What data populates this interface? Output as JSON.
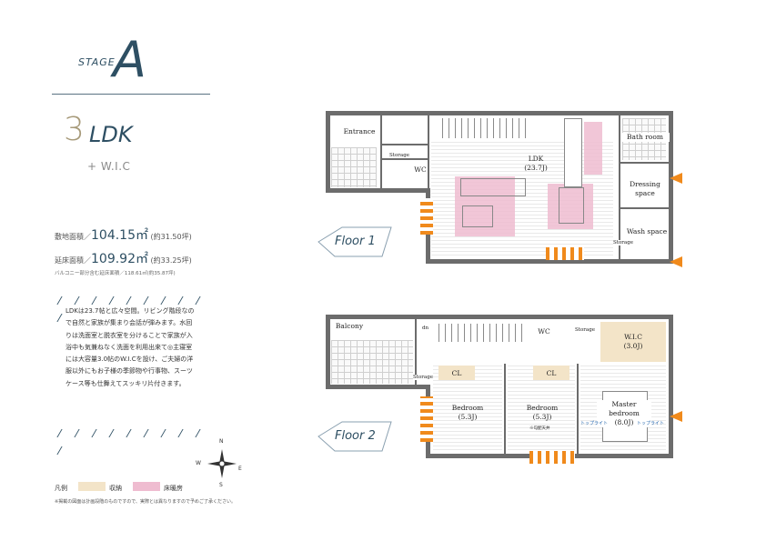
{
  "stage": {
    "word": "STAGE",
    "letter": "A"
  },
  "layout": {
    "num": "3",
    "type": "LDK",
    "extra": "+ W.I.C"
  },
  "areas": {
    "site_label": "敷地面積／",
    "site_value": "104.15㎡",
    "site_tsubo": "(約31.50坪)",
    "floor_label": "延床面積／",
    "floor_value": "109.92㎡",
    "floor_tsubo": "(約33.25坪)",
    "balcony_note": "バルコニー部分含む延床面積／118.61㎡(約35.87坪)"
  },
  "description": "LDKは23.7帖と広々空間。リビング階段なので自然と家族が集まり会話が弾みます。水回りは洗面室と脱衣室を分けることで家族が入浴中も気兼ねなく洗面を利用出来て◎主寝室には大容量3.0帖のW.I.Cを設け、ご夫婦の洋服以外にもお子様の季節物や行事物、スーツケース等も仕舞えてスッキリ片付きます。",
  "compass": {
    "n": "N",
    "s": "S",
    "e": "E",
    "w": "W"
  },
  "legend": {
    "label": "凡例",
    "storage": "収納",
    "heated": "床暖房"
  },
  "disclaimer": "※掲載の図面は計画段階のものですので、実際とは異なりますので予めご了承ください。",
  "floor1": {
    "tag": "Floor",
    "num": "1",
    "rooms": {
      "entrance": "Entrance",
      "storage1": "Storage",
      "wc": "WC",
      "ldk": "LDK",
      "ldk_size": "(23.7J)",
      "bath": "Bath room",
      "dressing1": "Dressing",
      "dressing2": "space",
      "wash": "Wash space",
      "storage2": "Storage"
    }
  },
  "floor2": {
    "tag": "Floor",
    "num": "2",
    "rooms": {
      "balcony": "Balcony",
      "dn": "dn",
      "wc": "WC",
      "storage1": "Storage",
      "storage2": "Storage",
      "wic": "W.I.C",
      "wic_size": "(3.0J)",
      "cl1": "CL",
      "cl2": "CL",
      "bed1": "Bedroom",
      "bed1_size": "(5.3J)",
      "bed2": "Bedroom",
      "bed2_size": "(5.3J)",
      "bed2_note": "※勾配天井",
      "master1": "Master",
      "master2": "bedroom",
      "master_size": "(8.0J)",
      "toplight1": "トップライト",
      "toplight2": "トップライト"
    }
  },
  "colors": {
    "accent": "#2e4f63",
    "heated": "#efbcd0",
    "storage": "#f3e4c8",
    "arrow": "#f08a1c",
    "arrow_blue": "#3a86c8"
  }
}
